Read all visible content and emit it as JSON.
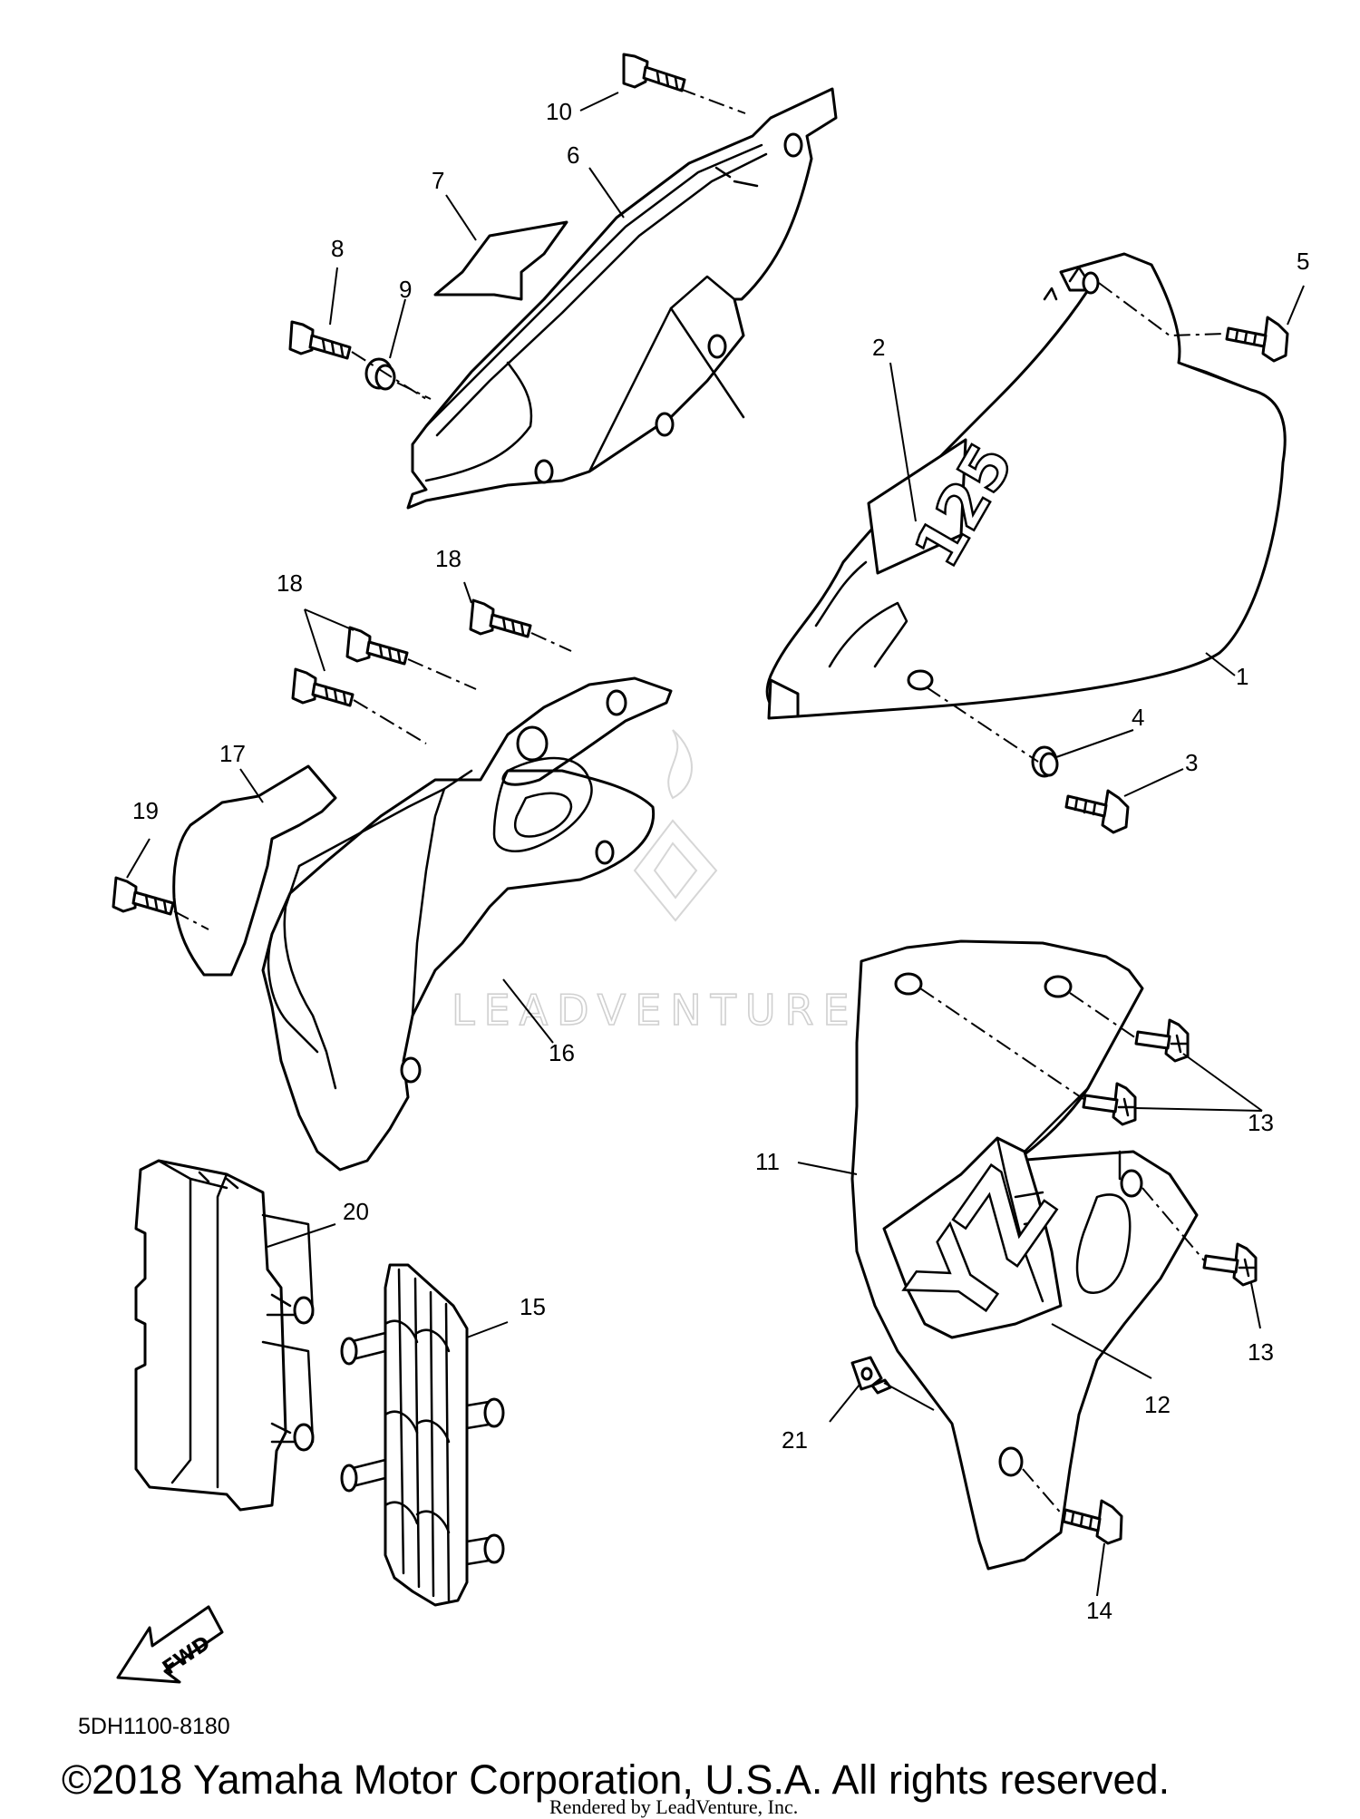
{
  "diagram": {
    "callouts": [
      "1",
      "2",
      "3",
      "4",
      "5",
      "6",
      "7",
      "8",
      "9",
      "10",
      "11",
      "12",
      "13",
      "13",
      "14",
      "15",
      "16",
      "17",
      "18",
      "18",
      "19",
      "20",
      "21"
    ],
    "part_code": "5DH1100-8180",
    "fwd_label": "FWD",
    "decal_125": "125",
    "decal_yz": "YZ",
    "watermark": "LEADVENTURE",
    "copyright": "©2018 Yamaha Motor Corporation, U.S.A. All rights reserved.",
    "rendered_by": "Rendered by LeadVenture, Inc."
  }
}
